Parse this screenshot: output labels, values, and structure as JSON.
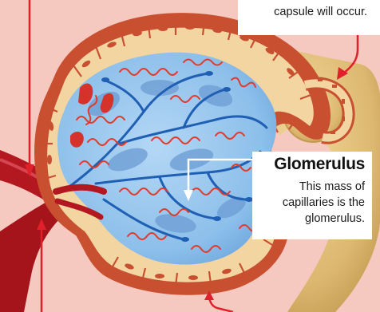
{
  "top_callout": {
    "text": "capsule will occur."
  },
  "glomerulus_callout": {
    "title": "Glomerulus",
    "body_lines": [
      "This mass of",
      "capillaries is the",
      "glomerulus."
    ]
  },
  "colors": {
    "background": "#f6c9c0",
    "capsule": "#c84f2f",
    "capsule_cell": "#f3d5a2",
    "tubule": "#e8cc8a",
    "glomerulus": "#8fc1ec",
    "capillary": "#e23b2c",
    "vessel": "#b3171f",
    "annotation": "#e0202a"
  }
}
